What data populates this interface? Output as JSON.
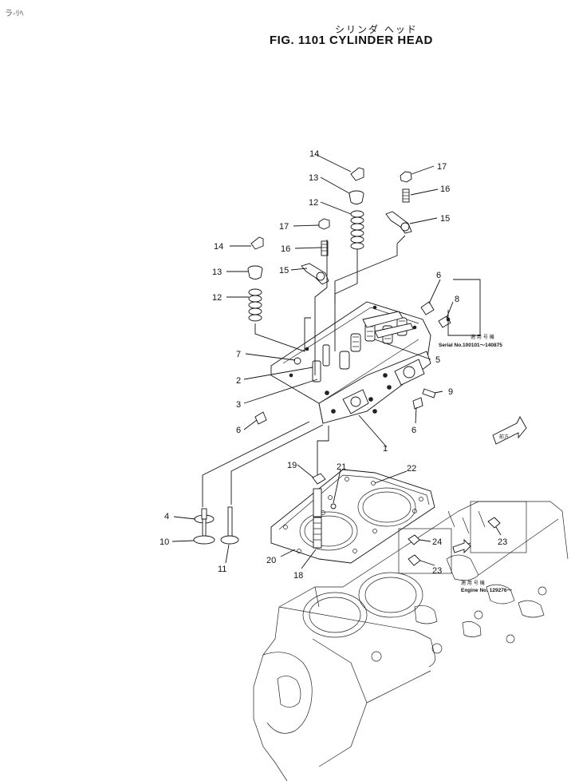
{
  "header": {
    "corner_mark": "ラ-ﾘﾍ",
    "title_jp": "シリンダ ヘッド",
    "title": "FIG. 1101   CYLINDER HEAD"
  },
  "callouts": [
    "14",
    "13",
    "12",
    "17",
    "16",
    "15",
    "17",
    "16",
    "15",
    "14",
    "13",
    "12",
    "6",
    "8",
    "7",
    "2",
    "3",
    "5",
    "9",
    "6",
    "6",
    "1",
    "19",
    "21",
    "22",
    "4",
    "10",
    "11",
    "20",
    "18",
    "24",
    "23",
    "23"
  ],
  "notes": {
    "serial_jp": "適 用 号 機",
    "serial": "Serial No.100101～140875",
    "engine_jp": "適 用 号 機",
    "engine": "Engine No. 129276～",
    "arrow_jp": "前方"
  }
}
